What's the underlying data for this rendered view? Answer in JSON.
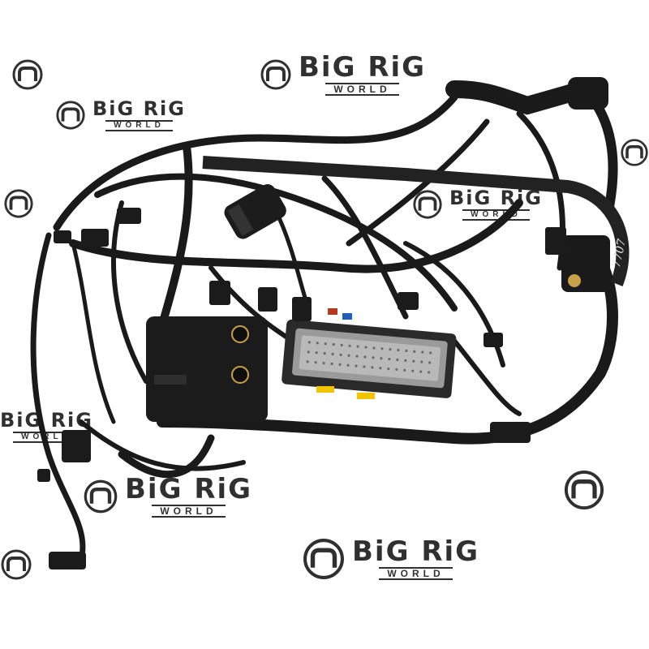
{
  "watermark": {
    "brand": "BiG RiG",
    "sub": "WORLD"
  },
  "part_marking": "7707",
  "colors": {
    "background": "#ffffff",
    "harness": "#1a1a1a",
    "connector_silver": "#9a9a9a",
    "accent_yellow": "#f2c400"
  },
  "icons": [
    "big-rig-world-logo",
    "wiring-harness"
  ]
}
